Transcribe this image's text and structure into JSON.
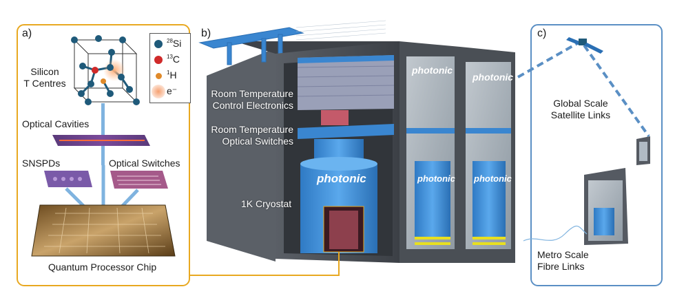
{
  "panels": {
    "a": {
      "letter": "a)"
    },
    "b": {
      "letter": "b)"
    },
    "c": {
      "letter": "c)"
    }
  },
  "labels": {
    "silicon_t_centres_line1": "Silicon",
    "silicon_t_centres_line2": "T Centres",
    "optical_cavities": "Optical Cavities",
    "snspds": "SNSPDs",
    "optical_switches": "Optical Switches",
    "quantum_processor_chip": "Quantum Processor Chip",
    "room_temp_electronics_line1": "Room Temperature",
    "room_temp_electronics_line2": "Control Electronics",
    "room_temp_switches_line1": "Room Temperature",
    "room_temp_switches_line2": "Optical Switches",
    "cryostat": "1K Cryostat",
    "satellite_line1": "Global Scale",
    "satellite_line2": "Satellite Links",
    "fibre_line1": "Metro Scale",
    "fibre_line2": "Fibre Links"
  },
  "legend": {
    "items": [
      {
        "isotope": "28",
        "symbol": "Si",
        "color": "#1f5a7a"
      },
      {
        "isotope": "13",
        "symbol": "C",
        "color": "#d02a2a"
      },
      {
        "isotope": "1",
        "symbol": "H",
        "color": "#e08a2a"
      },
      {
        "isotope": "",
        "symbol": "e⁻",
        "color": "#f6b58a"
      }
    ]
  },
  "brand": {
    "logo_text": "photonic",
    "logo_color": "#ffffff"
  },
  "colors": {
    "panel_a_border": "#e8a820",
    "panel_c_border": "#5a8fc4",
    "accent_blue": "#3a86d0",
    "rack_dark": "#4a4f55",
    "cryostat_blue": "#3f8fd8",
    "connector_blue": "#7fb3df"
  }
}
